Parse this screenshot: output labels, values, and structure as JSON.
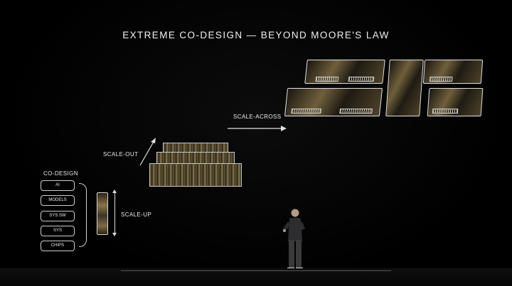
{
  "slide": {
    "title": "EXTREME CO-DESIGN — BEYOND MOORE'S LAW",
    "codesign": {
      "heading": "CO-DESIGN",
      "items": [
        "AI",
        "MODELS",
        "SYS SW",
        "SYS",
        "CHIPS"
      ]
    },
    "labels": {
      "scale_up": "SCALE-UP",
      "scale_out": "SCALE-OUT",
      "scale_across": "SCALE-ACROSS"
    }
  },
  "colors": {
    "background": "#000000",
    "line": "#e0e0e0",
    "hardware_gold": "#8a7445"
  }
}
